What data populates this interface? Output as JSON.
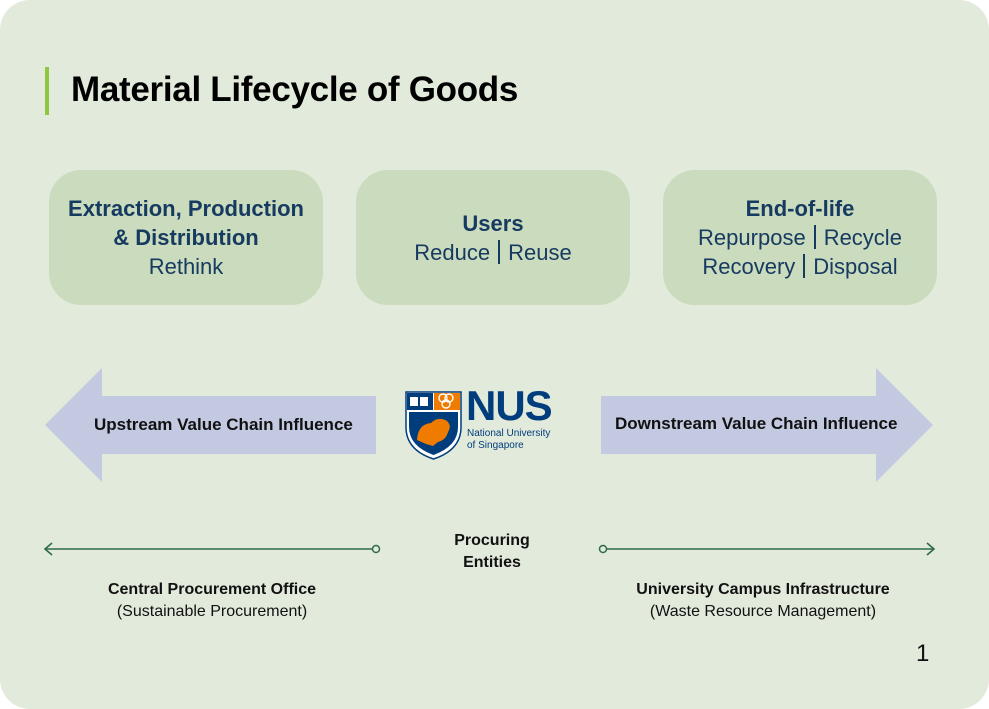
{
  "title": "Material Lifecycle of Goods",
  "boxes": [
    {
      "title_line1": "Extraction, Production",
      "title_line2": "& Distribution",
      "sub": "Rethink"
    },
    {
      "title": "Users",
      "sub_a": "Reduce",
      "sub_b": "Reuse"
    },
    {
      "title": "End-of-life",
      "sub_a": "Repurpose",
      "sub_b": "Recycle",
      "sub_c": "Recovery",
      "sub_d": "Disposal"
    }
  ],
  "arrows": {
    "left_label": "Upstream Value Chain Influence",
    "right_label": "Downstream Value Chain Influence"
  },
  "logo": {
    "name": "NUS",
    "subtitle_line1": "National University",
    "subtitle_line2": "of Singapore"
  },
  "center_label": {
    "line1": "Procuring",
    "line2": "Entities"
  },
  "bottom_left": {
    "title": "Central Procurement Office",
    "sub": "(Sustainable Procurement)"
  },
  "bottom_right": {
    "title": "University Campus Infrastructure",
    "sub": "(Waste Resource Management)"
  },
  "page_number": "1",
  "colors": {
    "background": "#e2eadb",
    "box": "#cadcbd",
    "box_text": "#173a60",
    "arrow": "#c3c9e0",
    "accent_bar": "#8dc63f",
    "connector_line": "#2e6b4a",
    "logo_blue": "#003d7c",
    "logo_orange": "#ef7c00"
  }
}
